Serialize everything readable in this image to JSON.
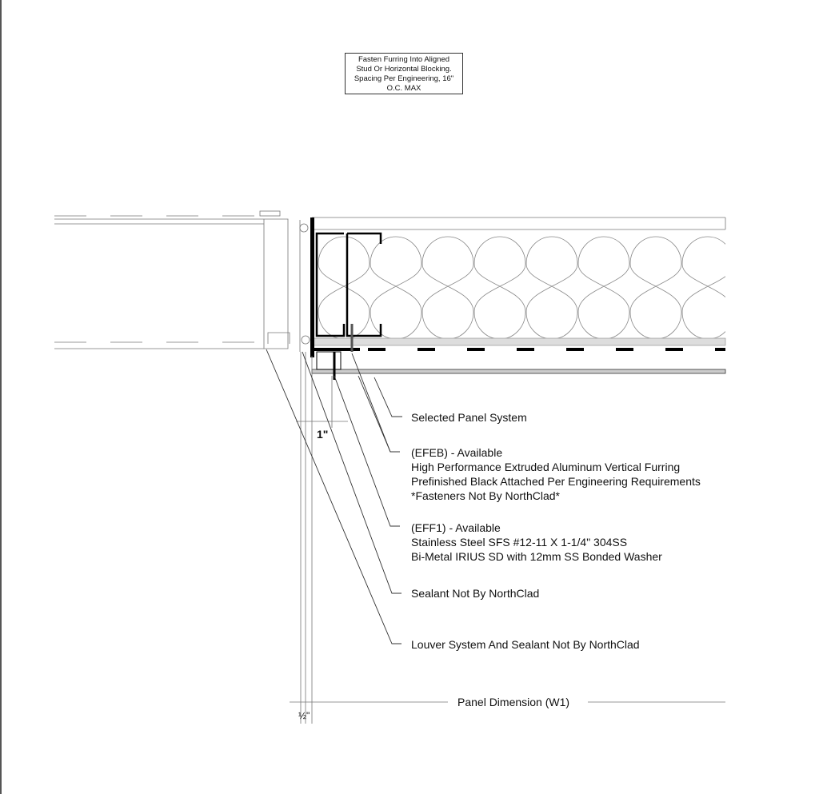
{
  "note": {
    "lines": [
      "Fasten Furring Into Aligned",
      "Stud Or Horizontal Blocking.",
      "Spacing Per Engineering, 16\"",
      "O.C. MAX"
    ]
  },
  "callouts": {
    "panel": "Selected Panel System",
    "efeb": [
      "(EFEB) - Available",
      "High Performance Extruded Aluminum Vertical Furring",
      "Prefinished Black Attached Per Engineering Requirements",
      "*Fasteners Not By NorthClad*"
    ],
    "eff1": [
      "(EFF1) - Available",
      "Stainless Steel SFS #12-11 X 1-1/4\" 304SS",
      "Bi-Metal IRIUS SD with 12mm SS Bonded Washer"
    ],
    "sealant": "Sealant Not By NorthClad",
    "louver": "Louver System And Sealant Not By NorthClad"
  },
  "dimensions": {
    "one_inch": "1\"",
    "half_inch": "½\"",
    "panel": "Panel Dimension (W1)"
  }
}
